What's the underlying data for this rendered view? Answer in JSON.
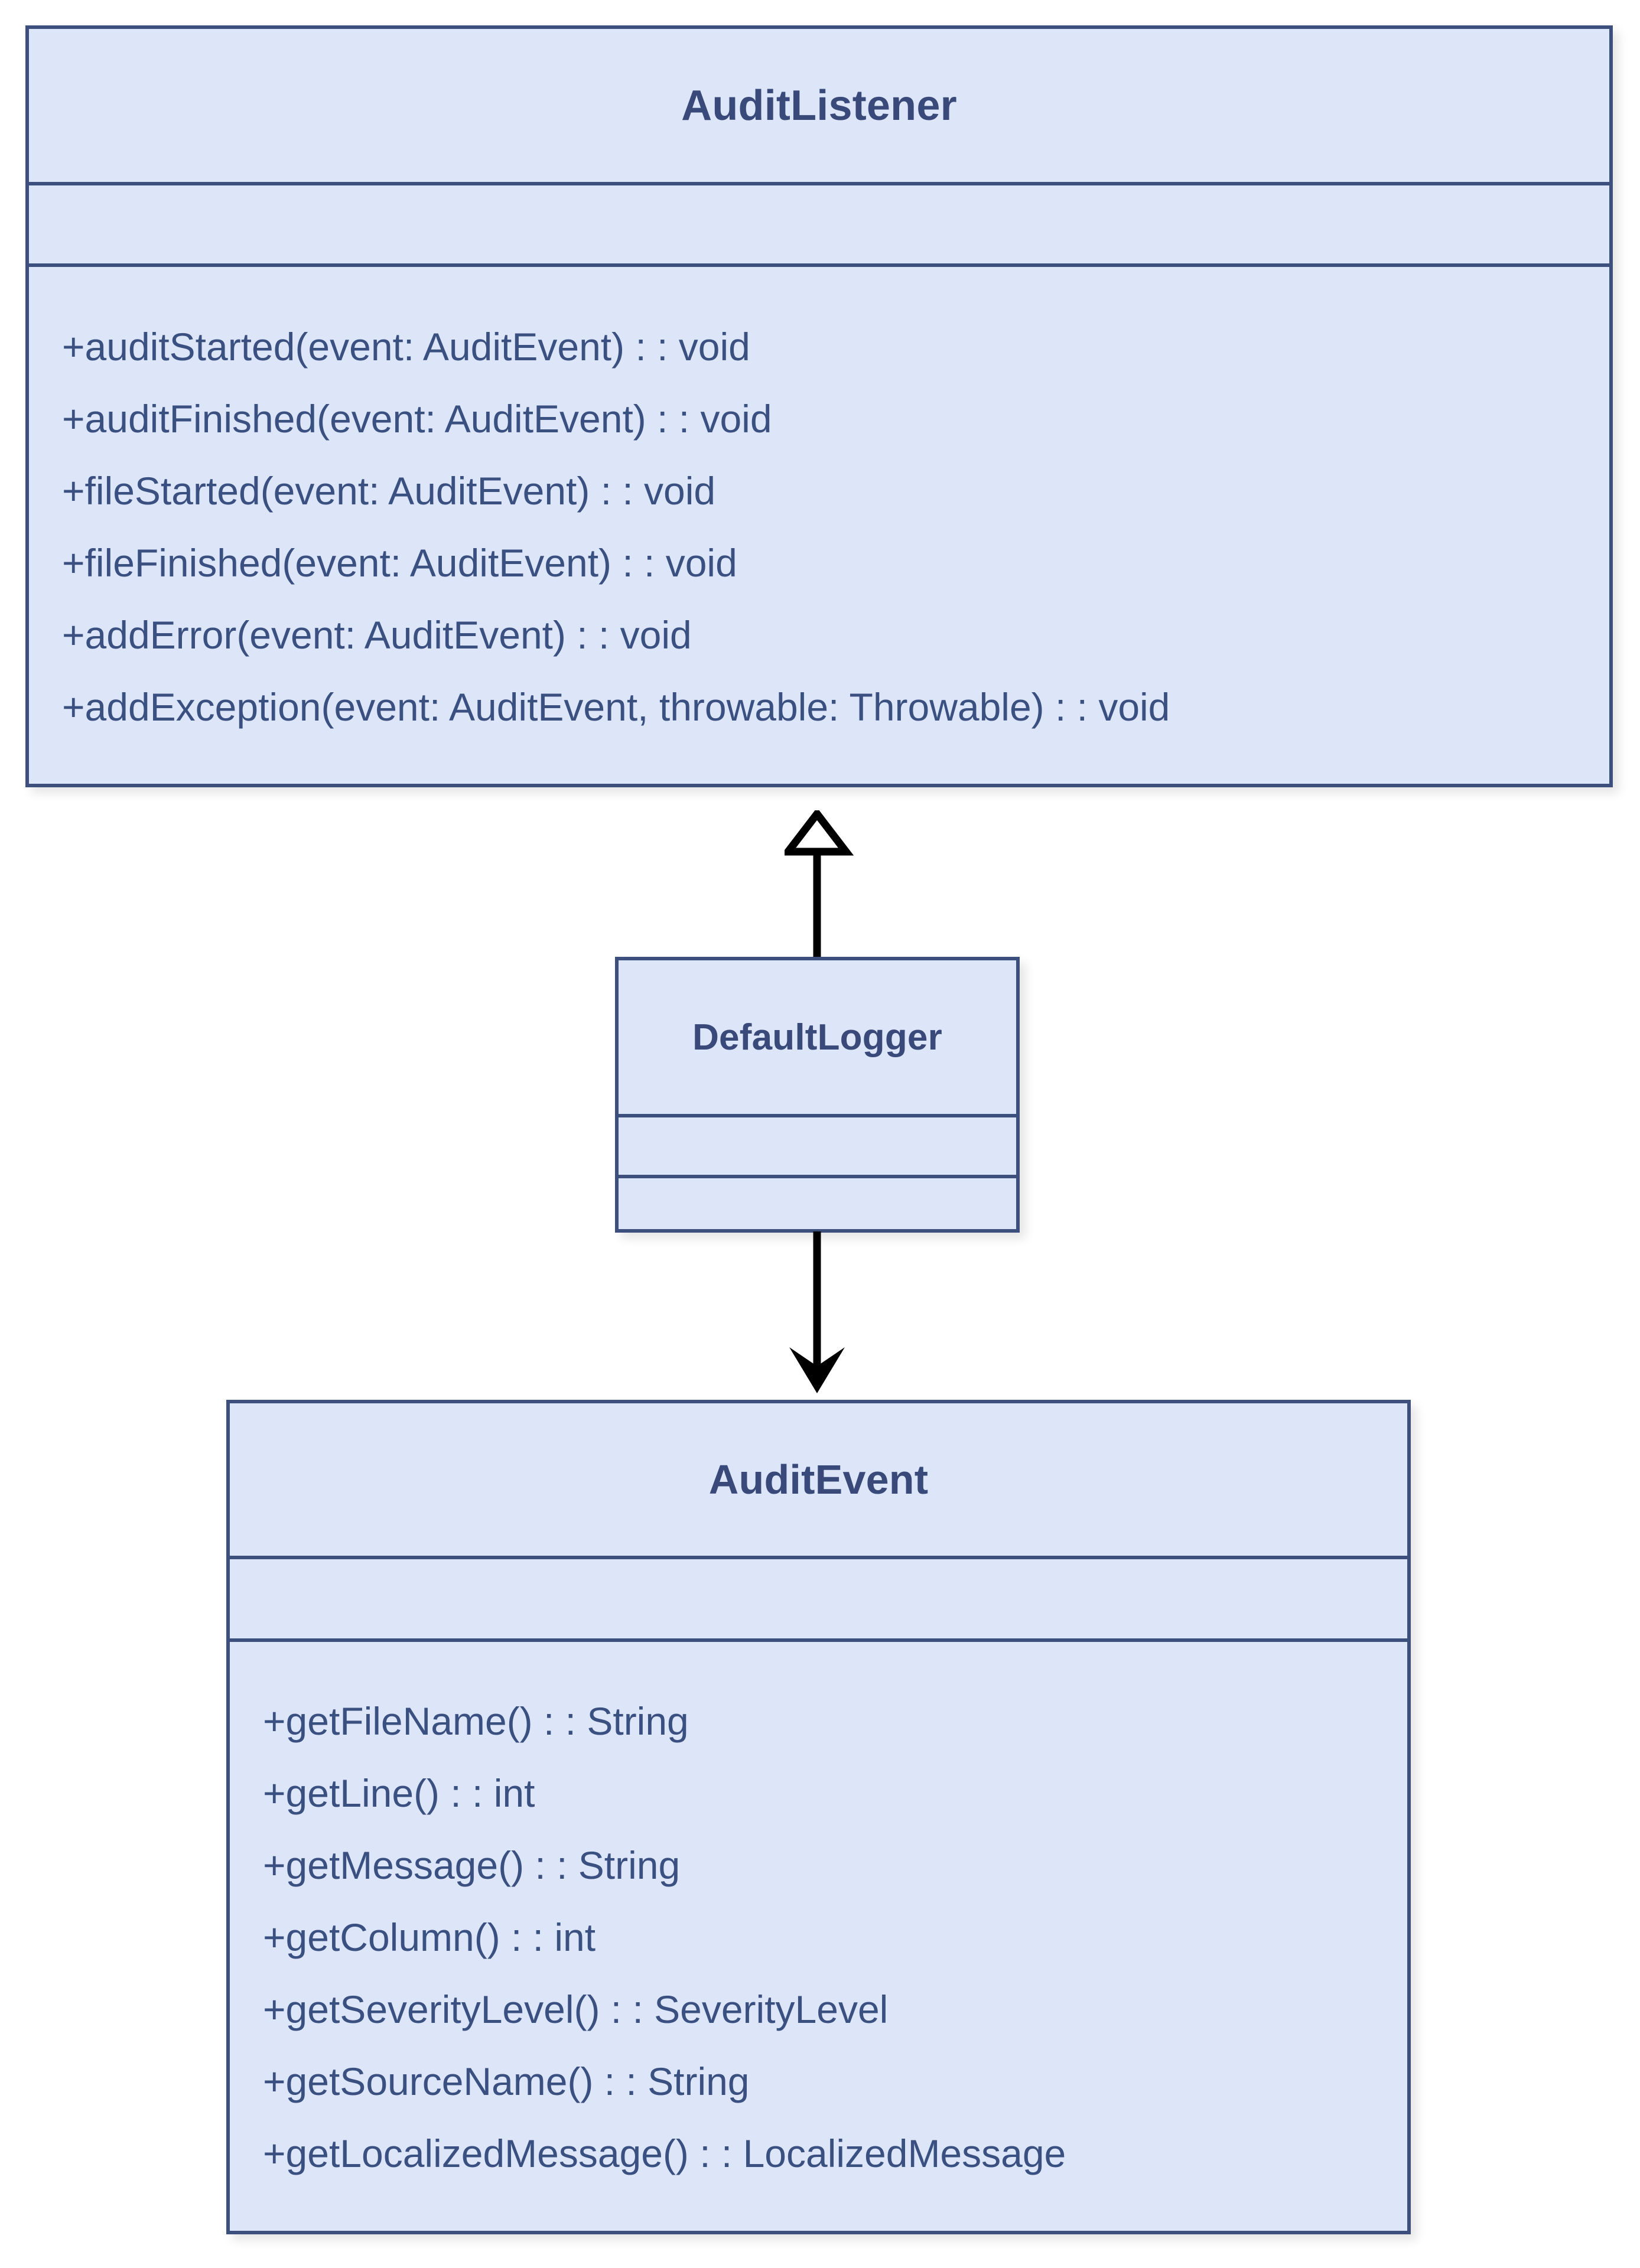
{
  "diagram": {
    "kind": "uml-class-diagram",
    "background_color": "#ffffff",
    "box_fill_color": "#dde5f8",
    "box_border_color": "#3d4f7c",
    "title_text_color": "#38497a",
    "member_text_color": "#3a5081",
    "connector_color": "#000000"
  },
  "classes": {
    "audit_listener": {
      "name": "AuditListener",
      "attributes": [],
      "methods": [
        "+auditStarted(event: AuditEvent) : : void",
        "+auditFinished(event: AuditEvent) : : void",
        "+fileStarted(event: AuditEvent) : : void",
        "+fileFinished(event: AuditEvent) : : void",
        "+addError(event: AuditEvent) : : void",
        "+addException(event: AuditEvent, throwable: Throwable) : : void"
      ]
    },
    "default_logger": {
      "name": "DefaultLogger",
      "attributes": [],
      "methods": []
    },
    "audit_event": {
      "name": "AuditEvent",
      "attributes": [],
      "methods": [
        "+getFileName() : : String",
        "+getLine() : : int",
        "+getMessage() : : String",
        "+getColumn() : : int",
        "+getSeverityLevel() : : SeverityLevel",
        "+getSourceName() : : String",
        "+getLocalizedMessage() : : LocalizedMessage"
      ]
    }
  },
  "relationships": [
    {
      "id": "generalization",
      "type": "generalization",
      "arrowhead": "hollow-triangle",
      "from": "DefaultLogger",
      "to": "AuditListener",
      "direction": "up"
    },
    {
      "id": "dependency",
      "type": "dependency",
      "arrowhead": "solid-open-arrow",
      "from": "DefaultLogger",
      "to": "AuditEvent",
      "direction": "down"
    }
  ]
}
